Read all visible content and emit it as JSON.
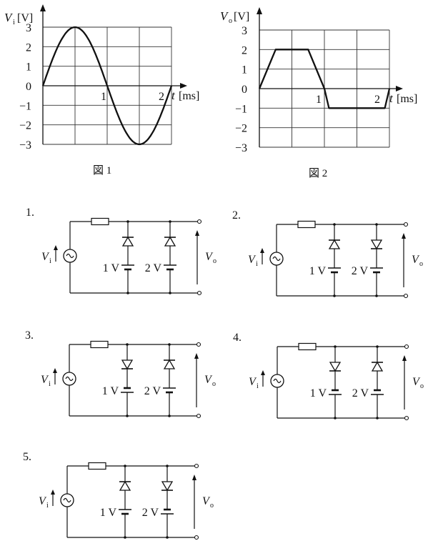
{
  "figures": [
    {
      "caption": "図 1",
      "y_label": "V",
      "y_sub": "i",
      "y_unit": "[V]",
      "x_label": "t",
      "x_unit": "[ms]",
      "y_ticks": [
        "3",
        "2",
        "1",
        "0",
        "−1",
        "−2",
        "−3"
      ],
      "x_ticks": [
        "1",
        "2"
      ]
    },
    {
      "caption": "図 2",
      "y_label": "V",
      "y_sub": "o",
      "y_unit": "[V]",
      "x_label": "t",
      "x_unit": "[ms]",
      "y_ticks": [
        "3",
        "2",
        "1",
        "0",
        "−1",
        "−2",
        "−3"
      ],
      "x_ticks": [
        "1",
        "2"
      ]
    }
  ],
  "chart_data": [
    {
      "type": "line",
      "title": "図 1",
      "xlabel": "t [ms]",
      "ylabel": "Vi [V]",
      "xlim": [
        0,
        2
      ],
      "ylim": [
        -3,
        3
      ],
      "grid": true,
      "series": [
        {
          "x": [
            0,
            0.125,
            0.25,
            0.375,
            0.5,
            0.625,
            0.75,
            0.875,
            1.0,
            1.125,
            1.25,
            1.375,
            1.5,
            1.625,
            1.75,
            1.875,
            2.0
          ],
          "y": [
            0,
            1.15,
            2.12,
            2.77,
            3,
            2.77,
            2.12,
            1.15,
            0,
            -1.15,
            -2.12,
            -2.77,
            -3,
            -2.77,
            -2.12,
            -1.15,
            0
          ]
        }
      ]
    },
    {
      "type": "line",
      "title": "図 2",
      "xlabel": "t [ms]",
      "ylabel": "Vo [V]",
      "xlim": [
        0,
        2
      ],
      "ylim": [
        -3,
        3
      ],
      "grid": true,
      "series": [
        {
          "x": [
            0,
            0.25,
            0.75,
            1.0,
            1.07,
            1.93,
            2.0
          ],
          "y": [
            0,
            2,
            2,
            0,
            -1,
            -1,
            0
          ]
        }
      ]
    }
  ],
  "options": [
    {
      "number": "1.",
      "source_label": "V",
      "source_sub": "i",
      "battery1": "1 V",
      "battery2": "2 V",
      "output_label": "V",
      "output_sub": "o"
    },
    {
      "number": "2.",
      "source_label": "V",
      "source_sub": "i",
      "battery1": "1 V",
      "battery2": "2 V",
      "output_label": "V",
      "output_sub": "o"
    },
    {
      "number": "3.",
      "source_label": "V",
      "source_sub": "i",
      "battery1": "1 V",
      "battery2": "2 V",
      "output_label": "V",
      "output_sub": "o"
    },
    {
      "number": "4.",
      "source_label": "V",
      "source_sub": "i",
      "battery1": "1 V",
      "battery2": "2 V",
      "output_label": "V",
      "output_sub": "o"
    },
    {
      "number": "5.",
      "source_label": "V",
      "source_sub": "i",
      "battery1": "1 V",
      "battery2": "2 V",
      "output_label": "V",
      "output_sub": "o"
    }
  ],
  "circuit_config": [
    {
      "d1": "up",
      "b1": "plus-top",
      "d2": "up",
      "b2": "plus-top"
    },
    {
      "d1": "up",
      "b1": "plus-top",
      "d2": "down",
      "b2": "plus-top"
    },
    {
      "d1": "down",
      "b1": "plus-bottom",
      "d2": "up",
      "b2": "plus-top"
    },
    {
      "d1": "down",
      "b1": "plus-bottom",
      "d2": "up",
      "b2": "plus-bottom"
    },
    {
      "d1": "up",
      "b1": "plus-top",
      "d2": "down",
      "b2": "plus-bottom"
    }
  ]
}
